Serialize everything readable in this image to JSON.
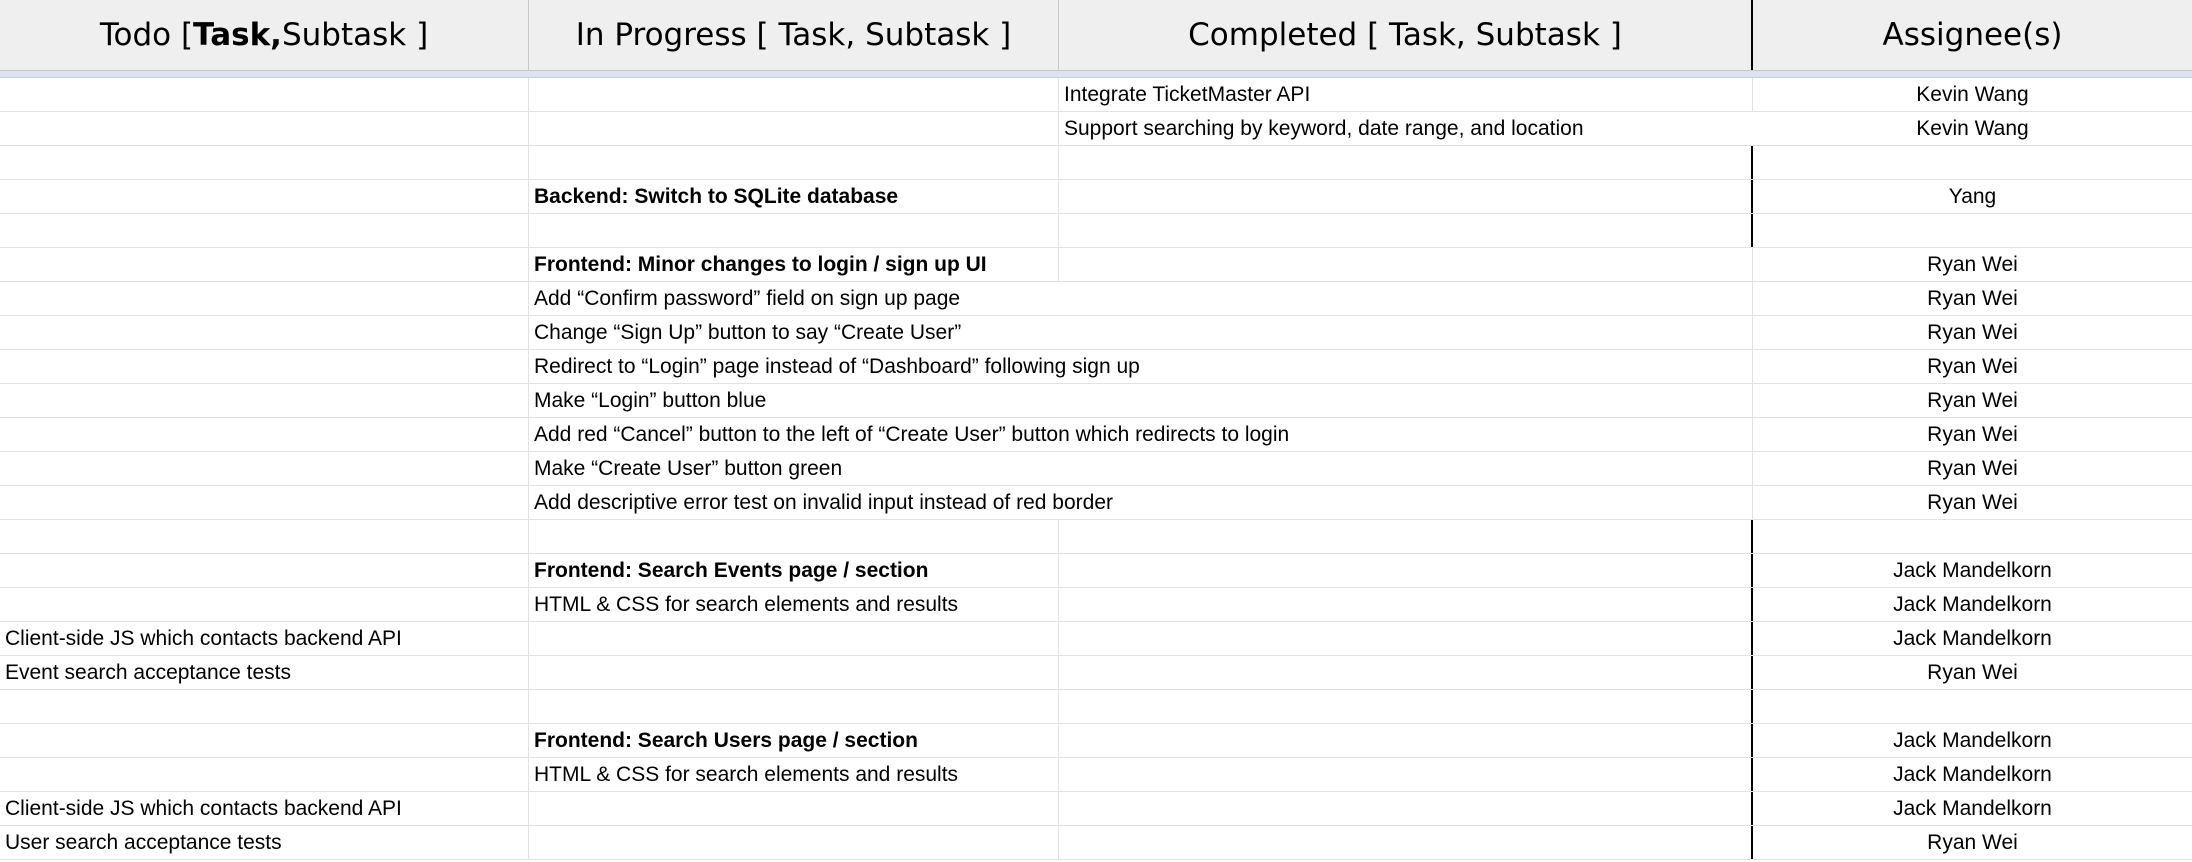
{
  "header": {
    "col1": {
      "prefix": "Todo [ ",
      "bold": "Task,",
      "suffix": " Subtask ]"
    },
    "col2": "In Progress [ Task, Subtask ]",
    "col3": "Completed [ Task, Subtask ]",
    "col4": "Assignee(s)"
  },
  "rows": [
    {
      "todo": "",
      "progress": "",
      "completed": "Integrate TicketMaster API",
      "assignee": "Kevin Wang"
    },
    {
      "todo": "",
      "progress": "",
      "completed": "Support searching by keyword, date range, and location",
      "assignee": "Kevin Wang"
    },
    {
      "todo": "",
      "progress": "",
      "completed": "",
      "assignee": ""
    },
    {
      "todo": "",
      "progress": "Backend: Switch to SQLite database",
      "completed": "",
      "assignee": "Yang"
    },
    {
      "todo": "",
      "progress": "",
      "completed": "",
      "assignee": ""
    },
    {
      "todo": "",
      "progress": "Frontend: Minor changes to login / sign up UI",
      "completed": "",
      "assignee": "Ryan Wei"
    },
    {
      "todo": "",
      "progress": "Add “Confirm password” field on sign up page",
      "completed": "",
      "assignee": "Ryan Wei"
    },
    {
      "todo": "",
      "progress": "Change “Sign Up” button to say “Create User”",
      "completed": "",
      "assignee": "Ryan Wei"
    },
    {
      "todo": "",
      "progress": "Redirect to “Login” page instead of “Dashboard” following sign up",
      "completed": "",
      "assignee": "Ryan Wei"
    },
    {
      "todo": "",
      "progress": "Make “Login” button blue",
      "completed": "",
      "assignee": "Ryan Wei"
    },
    {
      "todo": "",
      "progress": "Add red “Cancel” button to the left of “Create User” button which redirects to login",
      "completed": "",
      "assignee": "Ryan Wei"
    },
    {
      "todo": "",
      "progress": "Make “Create User” button green",
      "completed": "",
      "assignee": "Ryan Wei"
    },
    {
      "todo": "",
      "progress": "Add descriptive error test on invalid input instead of red border",
      "completed": "",
      "assignee": "Ryan Wei"
    },
    {
      "todo": "",
      "progress": "",
      "completed": "",
      "assignee": ""
    },
    {
      "todo": "",
      "progress": "Frontend: Search Events page / section",
      "completed": "",
      "assignee": "Jack Mandelkorn"
    },
    {
      "todo": "",
      "progress": "HTML & CSS for search elements and results",
      "completed": "",
      "assignee": "Jack Mandelkorn"
    },
    {
      "todo": "Client-side JS which contacts backend API",
      "progress": "",
      "completed": "",
      "assignee": "Jack Mandelkorn"
    },
    {
      "todo": "Event search acceptance tests",
      "progress": "",
      "completed": "",
      "assignee": "Ryan Wei"
    },
    {
      "todo": "",
      "progress": "",
      "completed": "",
      "assignee": ""
    },
    {
      "todo": "",
      "progress": "Frontend: Search Users page / section",
      "completed": "",
      "assignee": "Jack Mandelkorn"
    },
    {
      "todo": "",
      "progress": "HTML & CSS for search elements and results",
      "completed": "",
      "assignee": "Jack Mandelkorn"
    },
    {
      "todo": "Client-side JS which contacts backend API",
      "progress": "",
      "completed": "",
      "assignee": "Jack Mandelkorn"
    },
    {
      "todo": "User search acceptance tests",
      "progress": "",
      "completed": "",
      "assignee": "Ryan Wei"
    }
  ]
}
